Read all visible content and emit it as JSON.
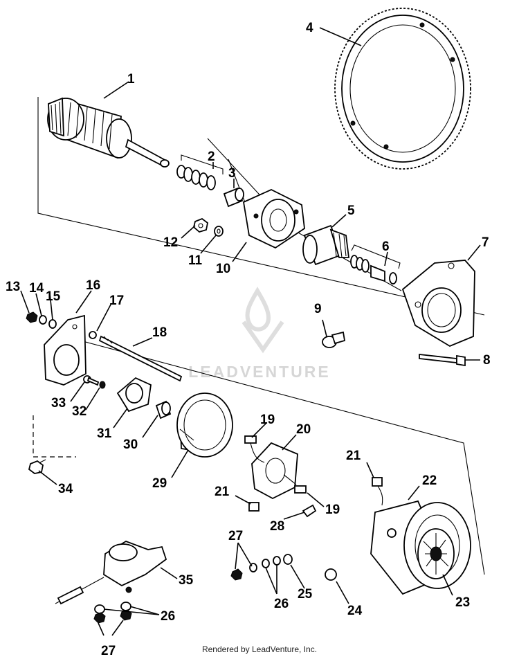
{
  "callouts": {
    "1": "1",
    "2": "2",
    "3": "3",
    "4": "4",
    "5": "5",
    "6": "6",
    "7": "7",
    "8": "8",
    "9": "9",
    "10": "10",
    "11": "11",
    "12": "12",
    "13": "13",
    "14": "14",
    "15": "15",
    "16": "16",
    "17": "17",
    "18": "18",
    "19a": "19",
    "19b": "19",
    "20": "20",
    "21a": "21",
    "21b": "21",
    "22": "22",
    "23": "23",
    "24": "24",
    "25": "25",
    "26a": "26",
    "26b": "26",
    "27a": "27",
    "27b": "27",
    "28": "28",
    "29": "29",
    "30": "30",
    "31": "31",
    "32": "32",
    "33": "33",
    "34": "34",
    "35": "35"
  },
  "watermark": {
    "text": "LEADVENTURE"
  },
  "footer": {
    "credit": "Rendered by LeadVenture, Inc."
  }
}
